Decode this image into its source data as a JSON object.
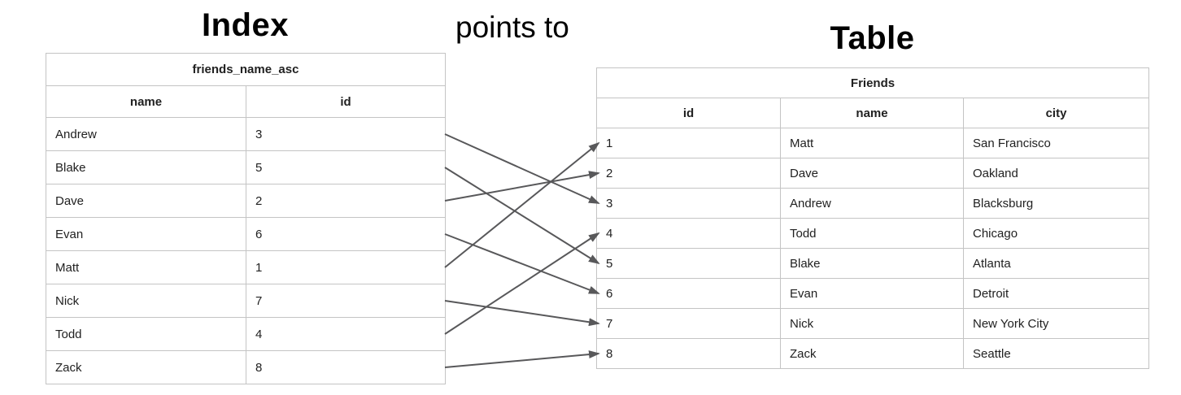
{
  "titles": {
    "index": "Index",
    "connector": "points to",
    "table": "Table"
  },
  "index_table": {
    "header": "friends_name_asc",
    "columns": [
      "name",
      "id"
    ],
    "rows": [
      [
        "Andrew",
        "3"
      ],
      [
        "Blake",
        "5"
      ],
      [
        "Dave",
        "2"
      ],
      [
        "Evan",
        "6"
      ],
      [
        "Matt",
        "1"
      ],
      [
        "Nick",
        "7"
      ],
      [
        "Todd",
        "4"
      ],
      [
        "Zack",
        "8"
      ]
    ]
  },
  "friends_table": {
    "header": "Friends",
    "columns": [
      "id",
      "name",
      "city"
    ],
    "rows": [
      [
        "1",
        "Matt",
        "San Francisco"
      ],
      [
        "2",
        "Dave",
        "Oakland"
      ],
      [
        "3",
        "Andrew",
        "Blacksburg"
      ],
      [
        "4",
        "Todd",
        "Chicago"
      ],
      [
        "5",
        "Blake",
        "Atlanta"
      ],
      [
        "6",
        "Evan",
        "Detroit"
      ],
      [
        "7",
        "Nick",
        "New York City"
      ],
      [
        "8",
        "Zack",
        "Seattle"
      ]
    ]
  },
  "arrows": [
    {
      "from_name": "Andrew",
      "to_id": "3"
    },
    {
      "from_name": "Blake",
      "to_id": "5"
    },
    {
      "from_name": "Dave",
      "to_id": "2"
    },
    {
      "from_name": "Evan",
      "to_id": "6"
    },
    {
      "from_name": "Matt",
      "to_id": "1"
    },
    {
      "from_name": "Nick",
      "to_id": "7"
    },
    {
      "from_name": "Todd",
      "to_id": "4"
    },
    {
      "from_name": "Zack",
      "to_id": "8"
    }
  ],
  "colors": {
    "border": "#c4c4c4",
    "text": "#212121",
    "title": "#000000",
    "arrow": "#58585a"
  }
}
